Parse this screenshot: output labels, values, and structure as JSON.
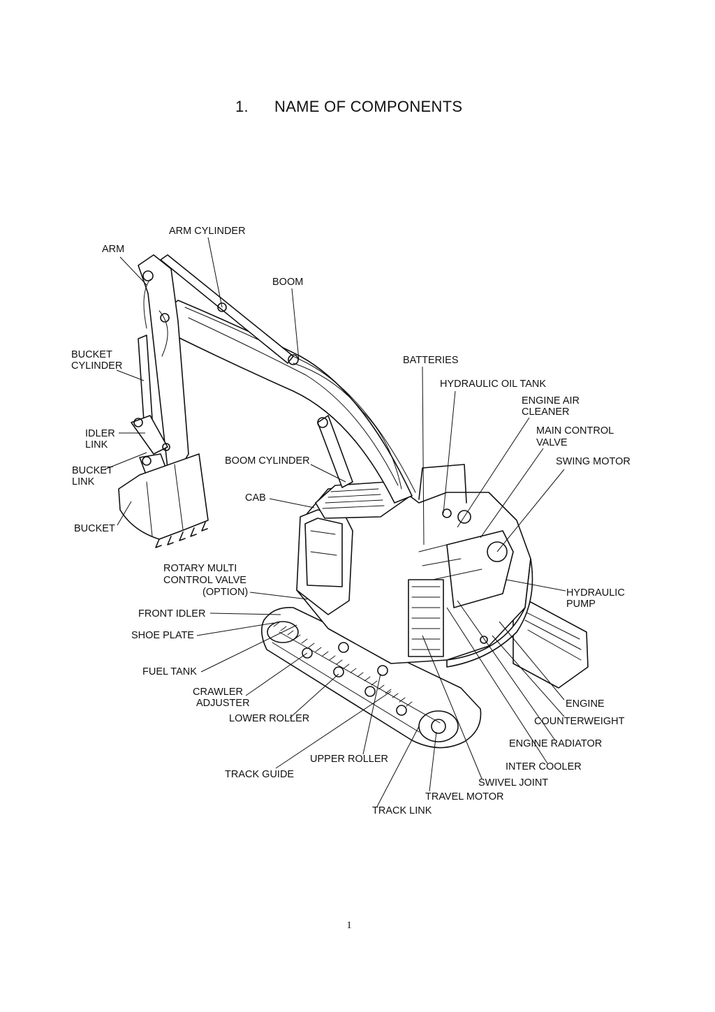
{
  "title": {
    "number": "1.",
    "text": "NAME OF COMPONENTS"
  },
  "labels": {
    "arm_cylinder": "ARM CYLINDER",
    "arm": "ARM",
    "boom": "BOOM",
    "bucket_cylinder_1": "BUCKET",
    "bucket_cylinder_2": "CYLINDER",
    "batteries": "BATTERIES",
    "hydraulic_oil_tank": "HYDRAULIC OIL TANK",
    "engine_air_cleaner_1": "ENGINE AIR",
    "engine_air_cleaner_2": "CLEANER",
    "idler_link_1": "IDLER",
    "idler_link_2": "LINK",
    "main_control_valve_1": "MAIN CONTROL",
    "main_control_valve_2": "VALVE",
    "bucket_link_1": "BUCKET",
    "bucket_link_2": "LINK",
    "boom_cylinder": "BOOM CYLINDER",
    "swing_motor": "SWING MOTOR",
    "cab": "CAB",
    "bucket": "BUCKET",
    "rotary_1": "ROTARY MULTI",
    "rotary_2": "CONTROL VALVE",
    "rotary_3": "(OPTION)",
    "hydraulic_pump_1": "HYDRAULIC",
    "hydraulic_pump_2": "PUMP",
    "front_idler": "FRONT IDLER",
    "shoe_plate": "SHOE PLATE",
    "fuel_tank": "FUEL TANK",
    "crawler_1": "CRAWLER",
    "crawler_2": "ADJUSTER",
    "engine": "ENGINE",
    "lower_roller": "LOWER ROLLER",
    "counterweight": "COUNTERWEIGHT",
    "engine_radiator": "ENGINE RADIATOR",
    "upper_roller": "UPPER ROLLER",
    "inter_cooler": "INTER COOLER",
    "track_guide": "TRACK GUIDE",
    "swivel_joint": "SWIVEL JOINT",
    "travel_motor": "TRAVEL MOTOR",
    "track_link": "TRACK LINK"
  },
  "page_number": "1"
}
